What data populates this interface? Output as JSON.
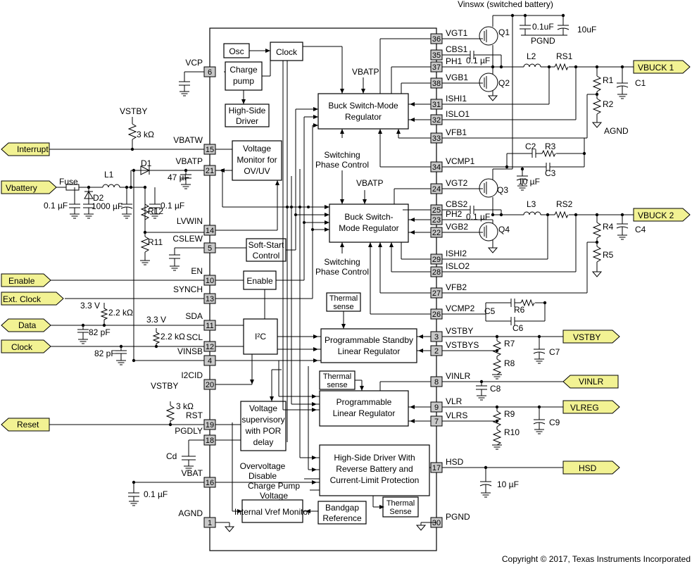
{
  "diagram": {
    "top_supply_label": "Vinswx (switched battery)",
    "copyright": "Copyright © 2017, Texas Instruments Incorporated",
    "blocks": {
      "osc": "Osc",
      "clock": "Clock",
      "charge_pump": [
        "Charge",
        "pump"
      ],
      "high_side_driver": [
        "High-Side",
        "Driver"
      ],
      "voltage_monitor": [
        "Voltage",
        "Monitor for",
        "OV/UV"
      ],
      "buck1": [
        "Buck Switch-Mode",
        "Regulator"
      ],
      "buck2": [
        "Buck Switch-",
        "Mode Regulator"
      ],
      "soft_start": [
        "Soft-Start",
        "Control"
      ],
      "enable": "Enable",
      "i2c": "I²C",
      "thermal_sense_1": [
        "Thermal",
        "sense"
      ],
      "standby_lr": [
        "Programmable Standby",
        "Linear Regulator"
      ],
      "thermal_sense_2": [
        "Thermal",
        "sense"
      ],
      "plr": [
        "Programmable",
        "Linear Regulator"
      ],
      "supervisory": [
        "Voltage",
        "supervisory",
        "with POR",
        "delay"
      ],
      "hsd": [
        "High-Side Driver With",
        "Reverse Battery and",
        "Current-Limit Protection"
      ],
      "vref": "Internal Vref Monitor",
      "bandgap": [
        "Bandgap",
        "Reference"
      ],
      "thermal_sense_3": [
        "Thermal",
        "Sense"
      ]
    },
    "inner_labels": {
      "vbatp_1": "VBATP",
      "vbatp_2": "VBATP",
      "switching_1": [
        "Switching",
        "Phase Control"
      ],
      "switching_2": [
        "Switching",
        "Phase Control"
      ],
      "ov_disable": [
        "Overvoltage",
        "Disable"
      ],
      "cp_voltage": [
        "Charge Pump",
        "Voltage"
      ]
    },
    "left_pins": [
      {
        "num": "6",
        "name": "VCP"
      },
      {
        "num": "15",
        "name": "VBATW"
      },
      {
        "num": "21",
        "name": "VBATP"
      },
      {
        "num": "14",
        "name": "LVWIN"
      },
      {
        "num": "5",
        "name": "CSLEW"
      },
      {
        "num": "10",
        "name": "EN"
      },
      {
        "num": "13",
        "name": "SYNCH"
      },
      {
        "num": "11",
        "name": "SDA"
      },
      {
        "num": "12",
        "name": "SCL"
      },
      {
        "num": "4",
        "name": "VINSB"
      },
      {
        "num": "20",
        "name": "I2CID"
      },
      {
        "num": "19",
        "name": "RST"
      },
      {
        "num": "18",
        "name": "PGDLY"
      },
      {
        "num": "16",
        "name": "VBAT"
      },
      {
        "num": "1",
        "name": "AGND"
      }
    ],
    "right_pins": [
      {
        "num": "36",
        "name": "VGT1"
      },
      {
        "num": "35",
        "name": "CBS1"
      },
      {
        "num": "37",
        "name": "PH1"
      },
      {
        "num": "38",
        "name": "VGB1"
      },
      {
        "num": "31",
        "name": "ISHI1"
      },
      {
        "num": "32",
        "name": "ISLO1"
      },
      {
        "num": "33",
        "name": "VFB1"
      },
      {
        "num": "34",
        "name": "VCMP1"
      },
      {
        "num": "24",
        "name": "VGT2"
      },
      {
        "num": "25",
        "name": "CBS2"
      },
      {
        "num": "23",
        "name": "PH2"
      },
      {
        "num": "22",
        "name": "VGB2"
      },
      {
        "num": "29",
        "name": "ISHI2"
      },
      {
        "num": "28",
        "name": "ISLO2"
      },
      {
        "num": "27",
        "name": "VFB2"
      },
      {
        "num": "26",
        "name": "VCMP2"
      },
      {
        "num": "3",
        "name": "VSTBY"
      },
      {
        "num": "2",
        "name": "VSTBYS"
      },
      {
        "num": "8",
        "name": "VINLR"
      },
      {
        "num": "9",
        "name": "VLR"
      },
      {
        "num": "7",
        "name": "VLRS"
      },
      {
        "num": "17",
        "name": "HSD"
      },
      {
        "num": "30",
        "name": "PGND"
      }
    ],
    "signals_left": {
      "interrupt": "Interrupt",
      "vbattery": "Vbattery",
      "enable": "Enable",
      "ext_clock": "Ext. Clock",
      "data": "Data",
      "clock": "Clock",
      "reset": "Reset"
    },
    "signals_right": {
      "vbuck1": "VBUCK 1",
      "vbuck2": "VBUCK 2",
      "vstby": "VSTBY",
      "vinlr": "VINLR",
      "vlreg": "VLREG",
      "hsd": "HSD"
    },
    "components": {
      "vstby_top": "VSTBY",
      "r_3k_top": "3 kΩ",
      "fuse": "Fuse",
      "l1": "L1",
      "d1": "D1",
      "d2": "D2",
      "c_47u": "47 µF",
      "c_01u_a": "0.1 µF",
      "c_1000u": "1000 µF",
      "c_01u_b": "0.1 µF",
      "r12": "R12",
      "r11": "R11",
      "v33_a": "3.3 V",
      "r_22k_a": "2.2 kΩ",
      "c_82p_a": "82 pF",
      "v33_b": "3.3 V",
      "r_22k_b": "2.2 kΩ",
      "c_82p_b": "82 pF",
      "vstby_mid": "VSTBY",
      "r_3k_mid": "3 kΩ",
      "cd": "Cd",
      "c_01u_c": "0.1 µF",
      "q1": "Q1",
      "q2": "Q2",
      "q3": "Q3",
      "q4": "Q4",
      "c_01u_top": "0.1uF",
      "c_10u_top": "10uF",
      "pgnd": "PGND",
      "c_01u_cbs1": "0.1 µF",
      "l2": "L2",
      "rs1": "RS1",
      "r1": "R1",
      "r2": "R2",
      "c1": "C1",
      "agnd": "AGND",
      "c2": "C2",
      "r3": "R3",
      "c3": "C3",
      "c_10u_mid": "10 µF",
      "c_01u_cbs2": "0.1 µF",
      "l3": "L3",
      "rs2": "RS2",
      "r4": "R4",
      "r5": "R5",
      "c4": "C4",
      "c5": "C5",
      "r6": "R6",
      "c6": "C6",
      "r7": "R7",
      "r8": "R8",
      "c7": "C7",
      "c8": "C8",
      "r9": "R9",
      "r10": "R10",
      "c9": "C9",
      "c_10u_hsd": "10 µF"
    }
  }
}
